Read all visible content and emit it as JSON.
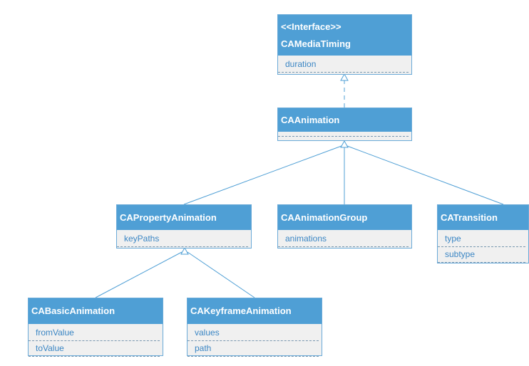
{
  "classes": {
    "media_timing": {
      "stereotype": "<<Interface>>",
      "name": "CAMediaTiming",
      "attrs": [
        "duration"
      ]
    },
    "animation": {
      "name": "CAAnimation",
      "attrs": []
    },
    "property_animation": {
      "name": "CAPropertyAnimation",
      "attrs": [
        "keyPaths"
      ]
    },
    "animation_group": {
      "name": "CAAnimationGroup",
      "attrs": [
        "animations"
      ]
    },
    "transition": {
      "name": "CATransition",
      "attrs": [
        "type",
        "subtype"
      ]
    },
    "basic_animation": {
      "name": "CABasicAnimation",
      "attrs": [
        "fromValue",
        "toValue"
      ]
    },
    "keyframe_animation": {
      "name": "CAKeyframeAnimation",
      "attrs": [
        "values",
        "path"
      ]
    }
  },
  "colors": {
    "header": "#4f9fd5",
    "body": "#f0f0f0",
    "line": "#4f9fd5",
    "attr_text": "#3b86c4"
  }
}
